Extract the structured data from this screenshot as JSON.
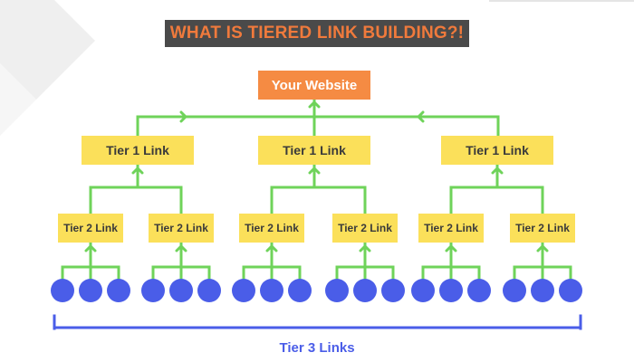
{
  "title": "WHAT IS TIERED LINK BUILDING?!",
  "root": {
    "label": "Your Website"
  },
  "tier1": [
    {
      "label": "Tier 1 Link"
    },
    {
      "label": "Tier 1 Link"
    },
    {
      "label": "Tier 1 Link"
    }
  ],
  "tier2": [
    {
      "label": "Tier 2 Link"
    },
    {
      "label": "Tier 2 Link"
    },
    {
      "label": "Tier 2 Link"
    },
    {
      "label": "Tier 2 Link"
    },
    {
      "label": "Tier 2 Link"
    },
    {
      "label": "Tier 2 Link"
    }
  ],
  "tier3": {
    "label": "Tier 3 Links",
    "nodes_per_tier2": 3
  },
  "colors": {
    "root": "#f58b43",
    "tier_box": "#fbe05a",
    "connector": "#6fd35a",
    "node": "#4a5de8",
    "bracket": "#4a5de8",
    "title_bg": "#4a4a4a",
    "title_text": "#f07a3c"
  }
}
